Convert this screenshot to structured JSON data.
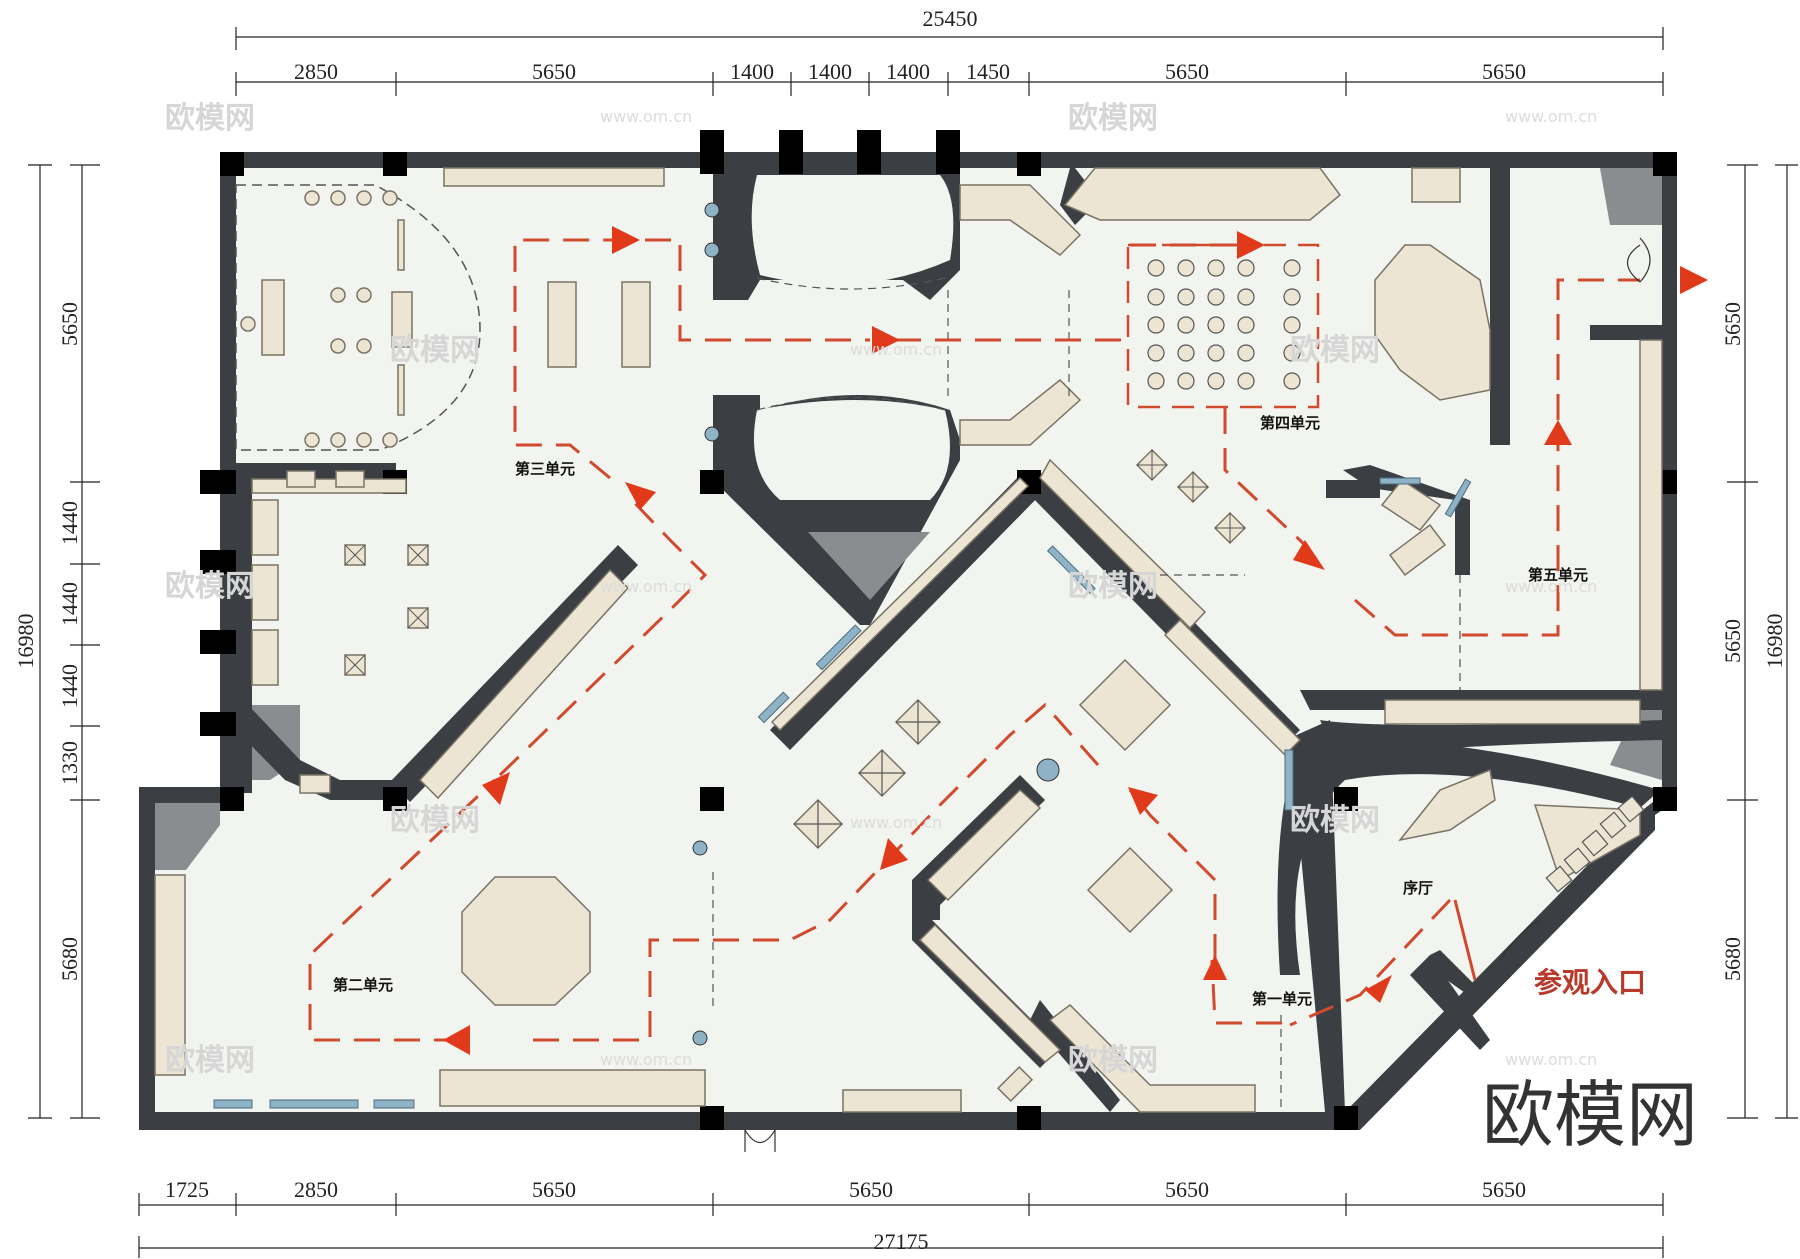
{
  "dimensions": {
    "top_total": "25450",
    "top_segments": [
      "2850",
      "5650",
      "1400",
      "1400",
      "1400",
      "1450",
      "5650",
      "5650"
    ],
    "bottom_segments": [
      "1725",
      "2850",
      "5650",
      "5650",
      "5650",
      "5650"
    ],
    "bottom_total": "27175",
    "left_total": "16980",
    "left_segments": [
      "5650",
      "1440",
      "1440",
      "1440",
      "1330",
      "5680"
    ],
    "right_total": "16980",
    "right_segments": [
      "5650",
      "5650",
      "5680"
    ]
  },
  "rooms": {
    "unit1": "第一单元",
    "unit2": "第二单元",
    "unit3": "第三单元",
    "unit4": "第四单元",
    "unit5": "第五单元",
    "lobby": "序厅"
  },
  "entrance_label": "参观入口",
  "brand": "欧模网",
  "watermark": "欧模网",
  "watermark_url": "www.om.cn",
  "colors": {
    "wall": "#3b3e43",
    "floor": "#f2f4ef",
    "furniture": "#ece5d3",
    "route": "#d04a2e"
  }
}
